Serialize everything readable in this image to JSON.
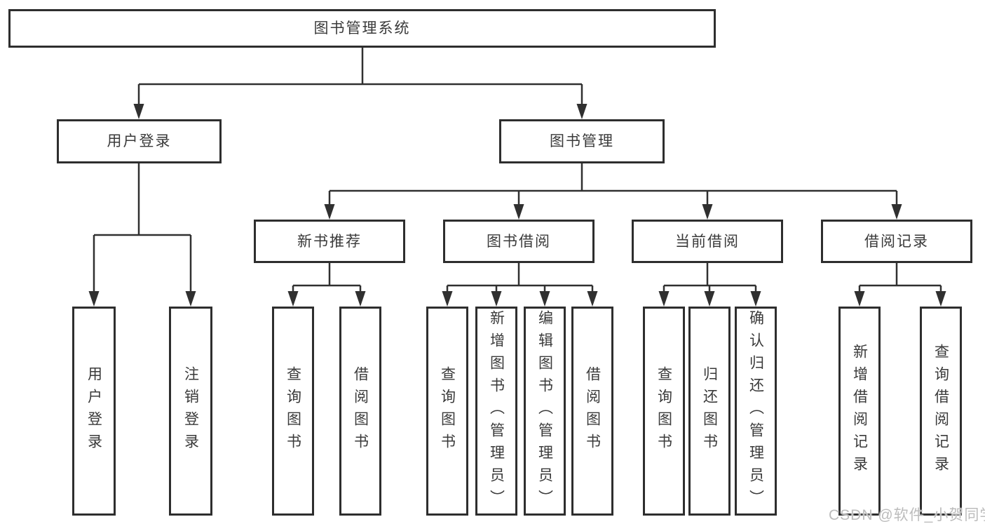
{
  "diagram": {
    "root": "图书管理系统",
    "branches": [
      {
        "label": "用户登录",
        "children": [
          "用户登录",
          "注销登录"
        ]
      },
      {
        "label": "图书管理",
        "groups": [
          {
            "label": "新书推荐",
            "children": [
              "查询图书",
              "借阅图书"
            ]
          },
          {
            "label": "图书借阅",
            "children": [
              "查询图书",
              "新增图书（管理员）",
              "编辑图书（管理员）",
              "借阅图书"
            ]
          },
          {
            "label": "当前借阅",
            "children": [
              "查询图书",
              "归还图书",
              "确认归还（管理员）"
            ]
          },
          {
            "label": "借阅记录",
            "children": [
              "新增借阅记录",
              "查询借阅记录"
            ]
          }
        ]
      }
    ]
  },
  "watermark": "CSDN @软件_小贺同学",
  "colors": {
    "line": "#303030",
    "box_border": "#2e2e2e",
    "text": "#3a3a3a",
    "watermark": "#bcbcbc",
    "background": "#ffffff"
  }
}
